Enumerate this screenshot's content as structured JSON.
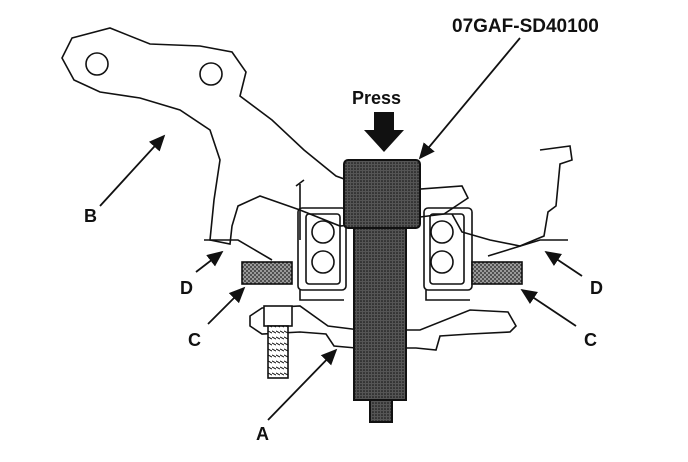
{
  "labels": {
    "tool": "07GAF-SD40100",
    "press": "Press",
    "a": "A",
    "b": "B",
    "c_left": "C",
    "c_right": "C",
    "d_left": "D",
    "d_right": "D"
  },
  "colors": {
    "ink": "#111111",
    "paper": "#ffffff",
    "tool_fill": "#4a4a4a"
  }
}
